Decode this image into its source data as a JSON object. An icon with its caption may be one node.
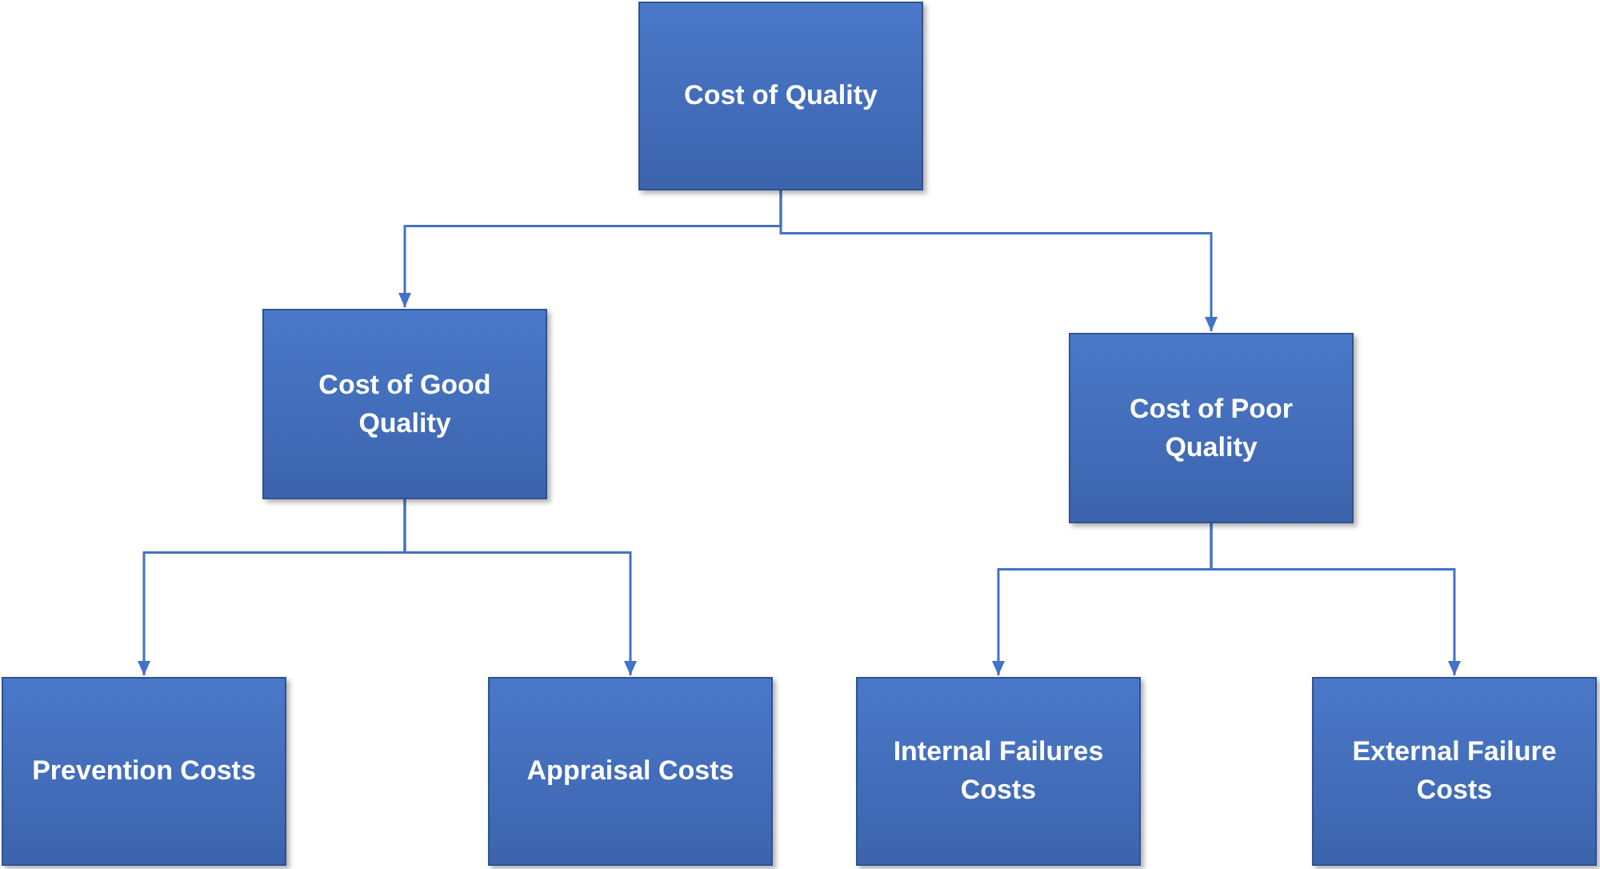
{
  "diagram": {
    "nodes": [
      {
        "text": [
          "Cost of Quality"
        ]
      },
      {
        "text": [
          "Cost of Good Quality"
        ]
      },
      {
        "text": [
          "Cost of Poor Quality"
        ]
      },
      {
        "text": [
          "Prevention Costs"
        ]
      },
      {
        "text": [
          "Appraisal Costs"
        ]
      },
      {
        "text": [
          "Internal Failures Costs"
        ]
      },
      {
        "text": [
          "External Failure Costs"
        ]
      }
    ],
    "edges": [
      {
        "from": 0,
        "to": 1,
        "arrow": "to"
      },
      {
        "from": 0,
        "to": 2,
        "arrow": "to"
      },
      {
        "from": 1,
        "to": 3,
        "arrow": "to"
      },
      {
        "from": 1,
        "to": 4,
        "arrow": "to"
      },
      {
        "from": 2,
        "to": 5,
        "arrow": "to"
      },
      {
        "from": 2,
        "to": 6,
        "arrow": "to"
      }
    ]
  }
}
